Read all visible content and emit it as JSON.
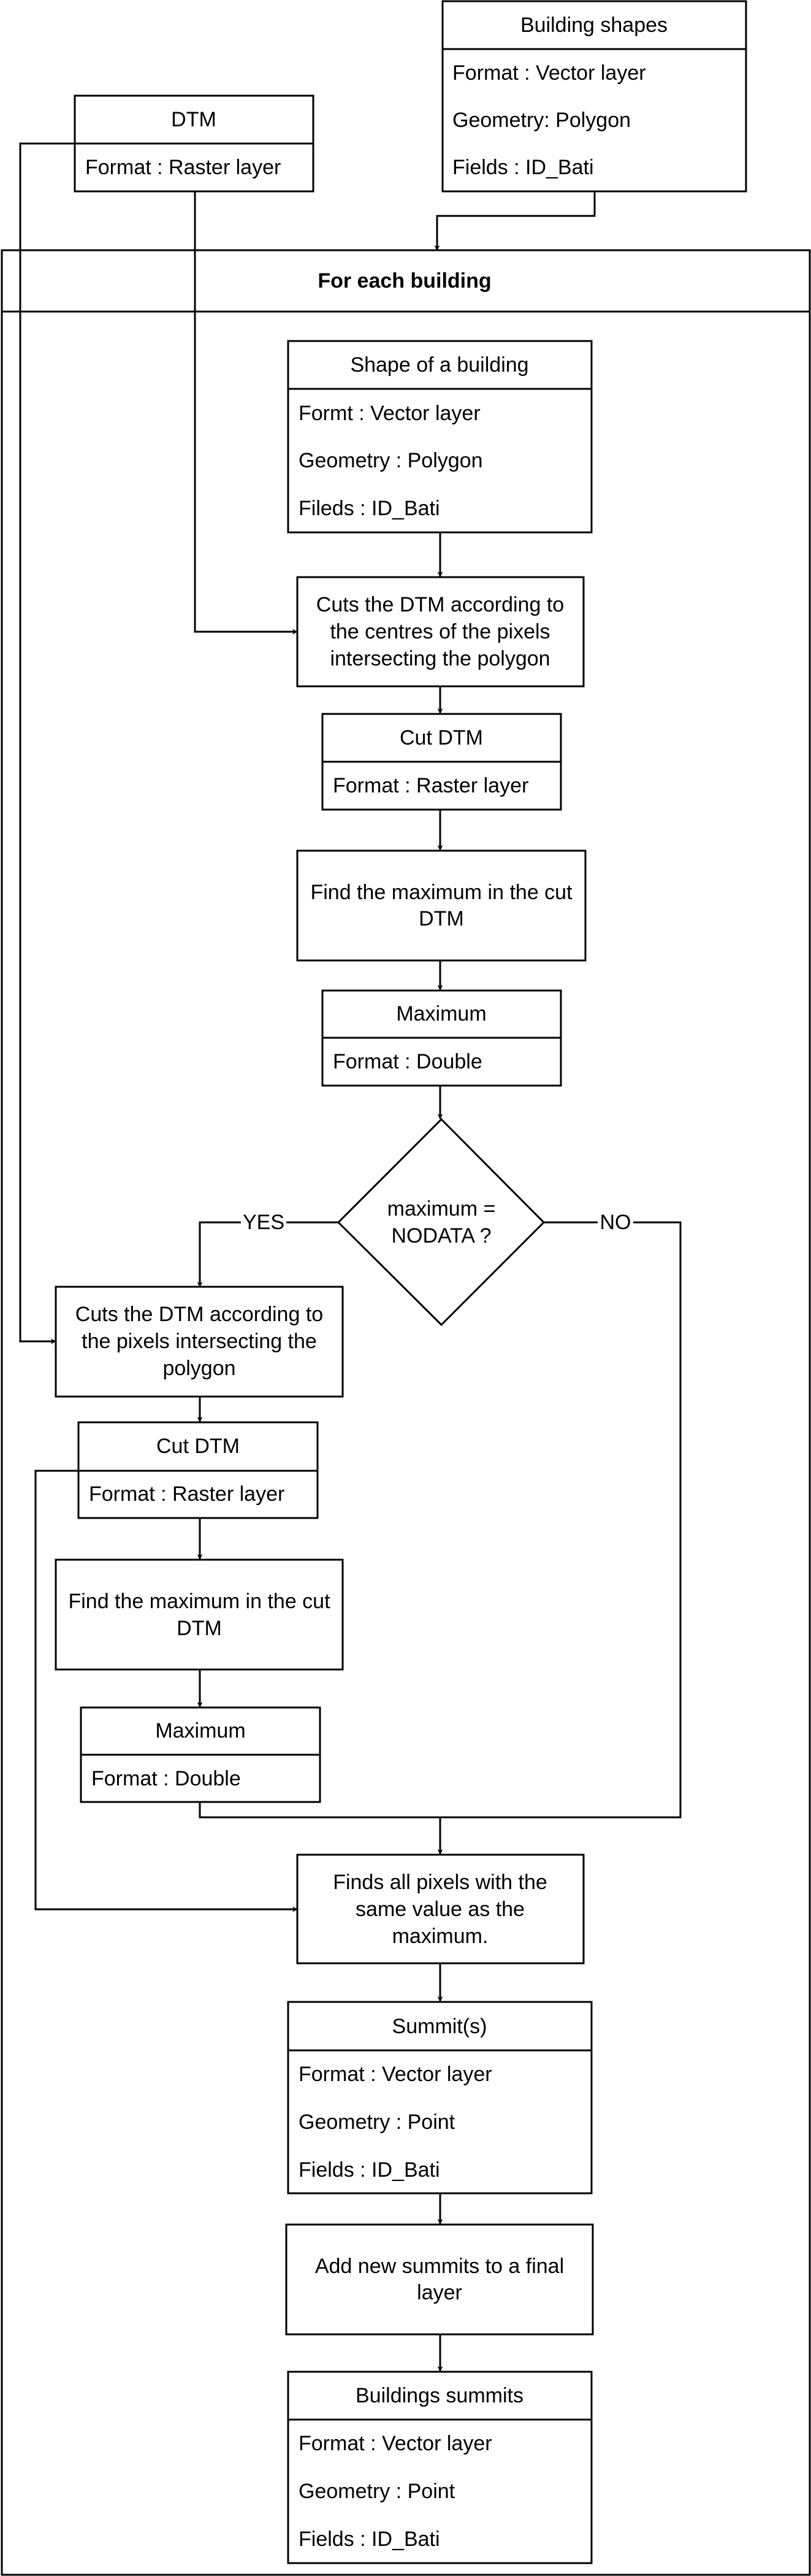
{
  "container": {
    "title": "For each building"
  },
  "building_shapes": {
    "title": "Building shapes",
    "fields": [
      "Format : Vector layer",
      "Geometry: Polygon",
      "Fields : ID_Bati"
    ]
  },
  "dtm": {
    "title": "DTM",
    "fields": [
      "Format : Raster layer"
    ]
  },
  "shape_of_building": {
    "title": "Shape of a building",
    "fields": [
      "Formt : Vector layer",
      "Geometry : Polygon",
      "Fileds : ID_Bati"
    ]
  },
  "cut_centres": {
    "lines": [
      "Cuts the DTM according to",
      "the centres of the pixels",
      "intersecting the polygon"
    ]
  },
  "cut_dtm_1": {
    "title": "Cut DTM",
    "fields": [
      "Format : Raster layer"
    ]
  },
  "find_max_1": {
    "lines": [
      "Find the maximum in the cut",
      "DTM"
    ]
  },
  "maximum_1": {
    "title": "Maximum",
    "fields": [
      "Format : Double"
    ]
  },
  "decision": {
    "lines": [
      "maximum =",
      "NODATA ?"
    ],
    "yes": "YES",
    "no": "NO"
  },
  "cut_pixels": {
    "lines": [
      "Cuts the DTM according to",
      "the pixels intersecting the",
      "polygon"
    ]
  },
  "cut_dtm_2": {
    "title": "Cut DTM",
    "fields": [
      "Format : Raster layer"
    ]
  },
  "find_max_2": {
    "lines": [
      "Find the maximum in the cut",
      "DTM"
    ]
  },
  "maximum_2": {
    "title": "Maximum",
    "fields": [
      "Format : Double"
    ]
  },
  "find_pixels": {
    "lines": [
      "Finds all pixels with the",
      "same value as the",
      "maximum."
    ]
  },
  "summits": {
    "title": "Summit(s)",
    "fields": [
      "Format : Vector layer",
      "Geometry : Point",
      "Fields : ID_Bati"
    ]
  },
  "add_summits": {
    "lines": [
      "Add new summits to a final",
      "layer"
    ]
  },
  "buildings_summits": {
    "title": "Buildings summits",
    "fields": [
      "Format : Vector layer",
      "Geometry : Point",
      "Fields : ID_Bati"
    ]
  }
}
